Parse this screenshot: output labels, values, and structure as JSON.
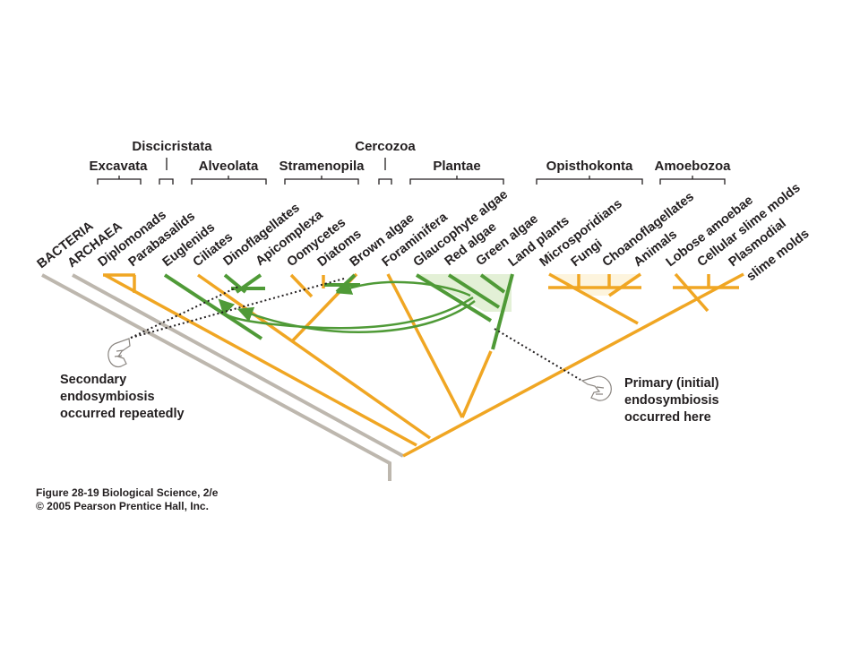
{
  "colors": {
    "orange_lineage": "#f0a623",
    "green_lineage": "#4f9a37",
    "gray_lineage": "#bdb7ae",
    "green_fill": "#e3f0d6",
    "cream_fill": "#fdf4dd",
    "text": "#231f20"
  },
  "groups": {
    "discicristata": "Discicristata",
    "excavata": "Excavata",
    "alveolata": "Alveolata",
    "stramenopila": "Stramenopila",
    "cercozoa": "Cercozoa",
    "plantae": "Plantae",
    "opisthokonta": "Opisthokonta",
    "amoebozoa": "Amoebozoa"
  },
  "taxa": {
    "bacteria": "BACTERIA",
    "archaea": "ARCHAEA",
    "diplomonads": "Diplomonads",
    "parabasalids": "Parabasalids",
    "euglenids": "Euglenids",
    "ciliates": "Ciliates",
    "dinoflagellates": "Dinoflagellates",
    "apicomplexa": "Apicomplexa",
    "oomycetes": "Oomycetes",
    "diatoms": "Diatoms",
    "brown_algae": "Brown algae",
    "foraminifera": "Foraminifera",
    "glaucophyte_algae": "Glaucophyte algae",
    "red_algae": "Red algae",
    "green_algae": "Green algae",
    "land_plants": "Land plants",
    "microsporidians": "Microsporidians",
    "fungi": "Fungi",
    "choanoflagellates": "Choanoflagellates",
    "animals": "Animals",
    "lobose_amoebae": "Lobose amoebae",
    "cellular_slime_molds": "Cellular slime molds",
    "plasmodial_slime_molds_line1": "Plasmodial",
    "plasmodial_slime_molds_line2": "slime molds"
  },
  "annotations": {
    "secondary": [
      "Secondary",
      "endosymbiosis",
      "occurred repeatedly"
    ],
    "primary": [
      "Primary (initial)",
      "endosymbiosis",
      "occurred here"
    ],
    "pointing_hand_icon": "pointing-hand-icon"
  },
  "caption": {
    "line1": "Figure 28-19  Biological Science, 2/e",
    "line2": "© 2005 Pearson Prentice Hall, Inc."
  }
}
